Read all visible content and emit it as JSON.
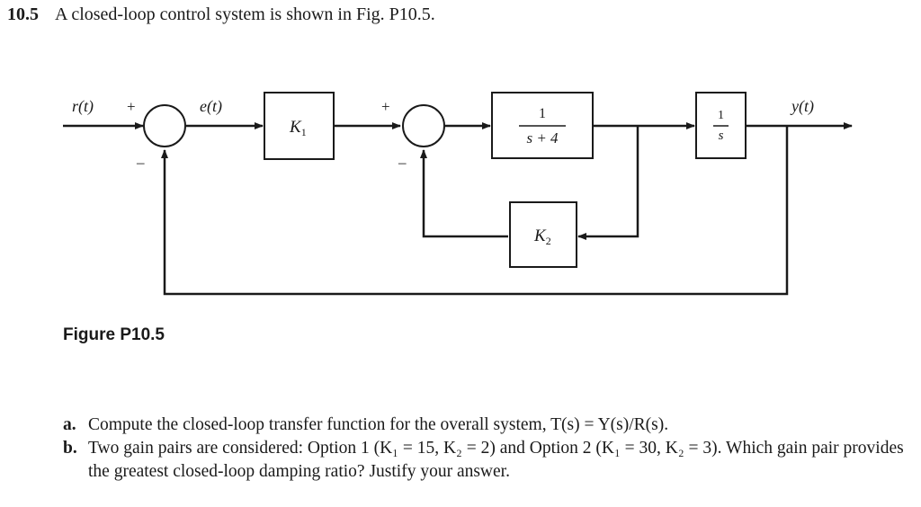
{
  "problem": {
    "number": "10.5",
    "statement": "A closed-loop control system is shown in Fig. P10.5."
  },
  "diagram": {
    "input_label": "r(t)",
    "error_label": "e(t)",
    "output_label": "y(t)",
    "plus_sign": "+",
    "minus_sign": "–",
    "block_k1": "K",
    "block_k1_sub": "1",
    "block_plant_num": "1",
    "block_plant_den": "s + 4",
    "block_int_num": "1",
    "block_int_den": "s",
    "block_k2": "K",
    "block_k2_sub": "2"
  },
  "figure_caption": "Figure P10.5",
  "parts": [
    {
      "label": "a.",
      "text": "Compute the closed-loop transfer function for the overall system, T(s) = Y(s)/R(s)."
    },
    {
      "label": "b.",
      "text": "Two gain pairs are considered: Option 1 (K₁ = 15, K₂ = 2) and Option 2 (K₁ = 30, K₂ = 3). Which gain pair provides the greatest closed-loop damping ratio? Justify your answer."
    }
  ]
}
